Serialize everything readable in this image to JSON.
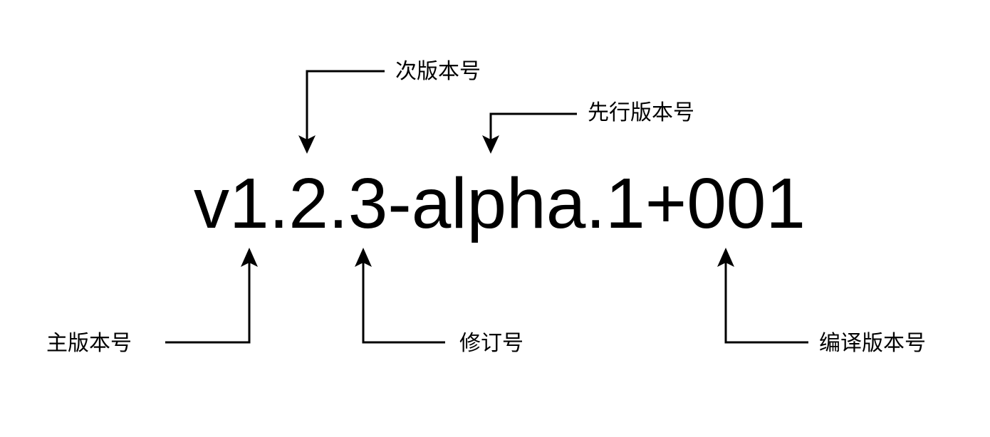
{
  "version_string": "v1.2.3-alpha.1+001",
  "labels": {
    "minor": "次版本号",
    "prerelease": "先行版本号",
    "major": "主版本号",
    "patch": "修订号",
    "build": "编译版本号"
  },
  "colors": {
    "line": "#000000",
    "background": "#ffffff"
  }
}
